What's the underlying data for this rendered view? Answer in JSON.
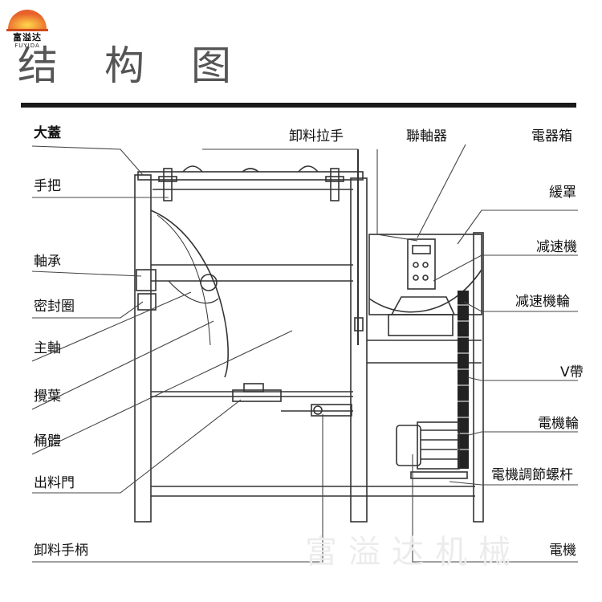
{
  "logo": {
    "cn": "富溢达",
    "en": "FUYIDA",
    "sun_color": "#e8602a"
  },
  "title": "结构图",
  "labels_left": [
    {
      "id": "lid",
      "text": "大蓋"
    },
    {
      "id": "handle",
      "text": "手把"
    },
    {
      "id": "bearing",
      "text": "軸承"
    },
    {
      "id": "seal-ring",
      "text": "密封圈"
    },
    {
      "id": "main-shaft",
      "text": "主軸"
    },
    {
      "id": "ribbon-blade",
      "text": "攪葉"
    },
    {
      "id": "barrel",
      "text": "桶體"
    },
    {
      "id": "discharge-door",
      "text": "出料門"
    },
    {
      "id": "discharge-handle",
      "text": "卸料手柄"
    }
  ],
  "labels_top": [
    {
      "id": "discharge-lever",
      "text": "卸料拉手"
    },
    {
      "id": "coupling",
      "text": "聯軸器"
    },
    {
      "id": "electric-box",
      "text": "電器箱"
    }
  ],
  "labels_right": [
    {
      "id": "guard-cover",
      "text": "緩罩"
    },
    {
      "id": "reducer",
      "text": "减速機"
    },
    {
      "id": "reducer-pulley",
      "text": "减速機輪"
    },
    {
      "id": "v-belt",
      "text": "V帶"
    },
    {
      "id": "motor-pulley",
      "text": "電機輪"
    },
    {
      "id": "motor-adjust-screw",
      "text": "電機調節螺杆"
    },
    {
      "id": "motor",
      "text": "電機"
    }
  ],
  "watermark": "富溢达机械"
}
